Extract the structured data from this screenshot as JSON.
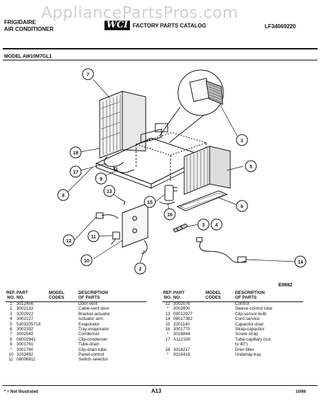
{
  "watermark": "AppliancePartsPros.com",
  "header": {
    "brand_line1": "FRIGIDAIRE",
    "brand_line2": "AIR CONDITIONER",
    "logo_mark": "WCI",
    "catalog_title": "FACTORY PARTS CATALOG",
    "catalog_number": "LF34069220"
  },
  "model_label": "MODEL AW10M7GL1",
  "drawing_code": "E0882",
  "callouts": [
    "7",
    "1",
    "18",
    "17",
    "9",
    "5",
    "8",
    "13",
    "15",
    "16",
    "6",
    "3",
    "4",
    "12",
    "11",
    "10",
    "2",
    "14"
  ],
  "table": {
    "headers": {
      "ref": "REF.\nNO.",
      "part": "PART\nNO.",
      "model": "MODEL\nCODES",
      "desc": "DESCRIPTION\nOF PARTS"
    },
    "left_rows": [
      {
        "ref": "1",
        "part": "3012456",
        "desc": "Door-vent"
      },
      {
        "ref": "2",
        "part": "3002132",
        "desc": "Cable-vent door"
      },
      {
        "ref": "3",
        "part": "3202922",
        "desc": "Bracket-actuator"
      },
      {
        "ref": "4",
        "part": "3002127",
        "desc": "Actuator arm"
      },
      {
        "ref": "5",
        "part": "5303205718",
        "desc": "Evaporator"
      },
      {
        "ref": "6",
        "part": "3002332",
        "desc": "Tray-evaporator"
      },
      {
        "ref": "7",
        "part": "3002542",
        "desc": "Condenser"
      },
      {
        "ref": "8",
        "part": "08002941",
        "desc": "Clip-condenser"
      },
      {
        "ref": "9",
        "part": "3001761",
        "desc": "Tube-drain"
      },
      {
        "ref": "*",
        "part": "3001760",
        "desc": "Clip-drain tube"
      },
      {
        "ref": "10",
        "part": "3203492",
        "desc": "Panel-control"
      },
      {
        "ref": "11",
        "part": "08006811",
        "desc": "Switch-selector"
      }
    ],
    "right_rows": [
      {
        "ref": "12",
        "part": "3002076",
        "desc": "Control"
      },
      {
        "ref": "*",
        "part": "3002800",
        "desc": "Sleeve-control tube"
      },
      {
        "ref": "13",
        "part": "09012977",
        "desc": "Clip-sensor bulb"
      },
      {
        "ref": "14",
        "part": "09017382",
        "desc": "Cord-service"
      },
      {
        "ref": "15",
        "part": "3201140",
        "desc": "Capacitor-dual"
      },
      {
        "ref": "16",
        "part": "3001770",
        "desc": "Strap-capacitor"
      },
      {
        "ref": "*",
        "part": "3016844",
        "desc": "Screw-strap"
      },
      {
        "ref": "17",
        "part": "A112109",
        "desc": "Tube-capillary (cut"
      },
      {
        "ref": "",
        "part": "",
        "desc": "to 40\")"
      },
      {
        "ref": "18",
        "part": "3018217",
        "desc": "Drier-filter"
      },
      {
        "ref": "*",
        "part": "3018418",
        "desc": "Underlay-tray"
      }
    ]
  },
  "footer": {
    "note": "* = Not Illustrated",
    "page": "A13",
    "date": "10/89"
  }
}
